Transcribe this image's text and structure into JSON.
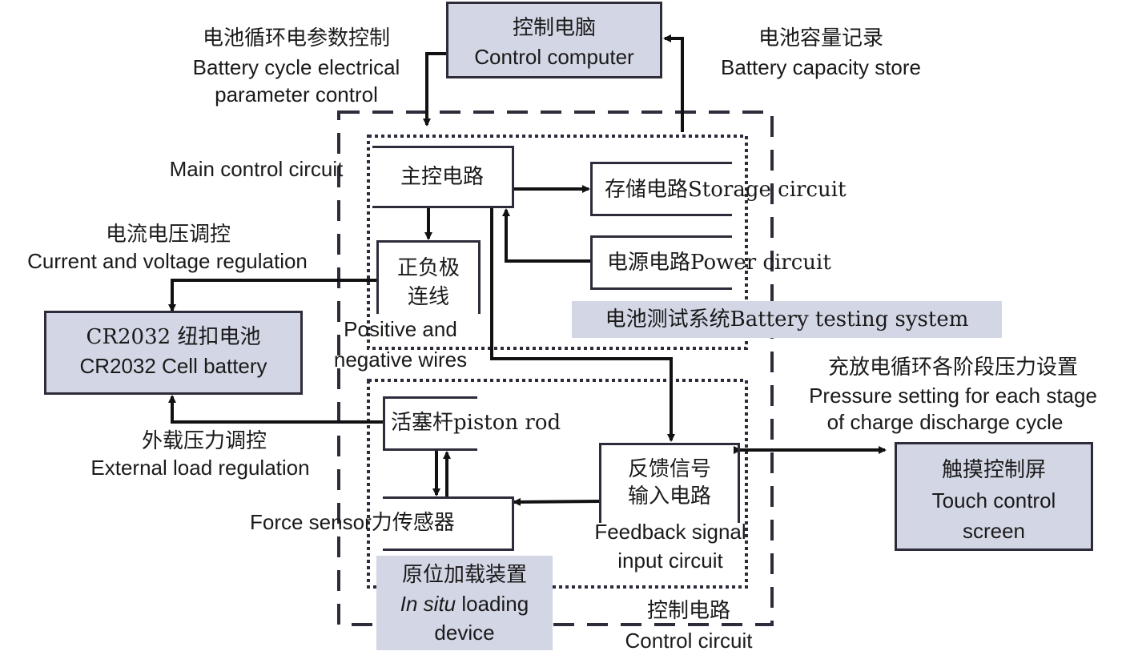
{
  "colors": {
    "box_fill": "#d3d6e4",
    "line": "#2e2c3a",
    "arrow": "#111111"
  },
  "control_computer": {
    "cn": "控制电脑",
    "en": "Control computer"
  },
  "labels": {
    "battery_param_cn": "电池循环电参数控制",
    "battery_param_en1": "Battery cycle electrical",
    "battery_param_en2": "parameter control",
    "capacity_cn": "电池容量记录",
    "capacity_en": "Battery capacity store",
    "main_control_en": "Main control circuit",
    "cv_reg_cn": "电流电压调控",
    "cv_reg_en": "Current and voltage regulation",
    "ext_load_cn": "外载压力调控",
    "ext_load_en": "External load regulation",
    "pressure_cn": "充放电循环各阶段压力设置",
    "pressure_en1": "Pressure setting for each stage",
    "pressure_en2": "of charge discharge cycle",
    "wires_en1": "Positive and",
    "wires_en2": "negative wires",
    "feedback_en1": "Feedback signal",
    "feedback_en2": "input circuit",
    "force_en": "Force sensor",
    "control_circuit_cn": "控制电路",
    "control_circuit_en": "Control circuit"
  },
  "blocks": {
    "main_control": "主控电路",
    "storage": "存储电路Storage circuit",
    "power": "电源电路Power circuit",
    "wires_cn1": "正负极",
    "wires_cn2": "连线",
    "piston": "活塞杆piston rod",
    "force_cn": "力传感器",
    "feedback_cn1": "反馈信号",
    "feedback_cn2": "输入电路"
  },
  "battery": {
    "cn": "CR2032 纽扣电池",
    "en": "CR2032 Cell battery"
  },
  "touch_screen": {
    "cn": "触摸控制屏",
    "en1": "Touch control",
    "en2": "screen"
  },
  "battery_test_system": "电池测试系统Battery testing system",
  "loading_device": {
    "cn": "原位加载装置",
    "en_italic": "In situ",
    "en_rest": " loading",
    "en2": "device"
  }
}
